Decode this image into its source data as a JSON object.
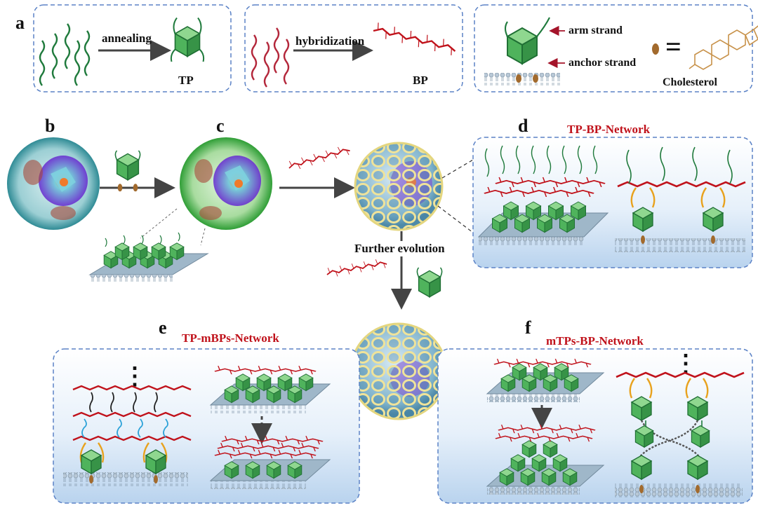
{
  "panel_labels": {
    "a": "a",
    "b": "b",
    "c": "c",
    "d": "d",
    "e": "e",
    "f": "f"
  },
  "panel_a": {
    "step1_arrow": "annealing",
    "step1_product": "TP",
    "step2_arrow": "hybridization",
    "step2_product": "BP",
    "legend_arm": "arm strand",
    "legend_anchor": "anchor strand",
    "legend_equals": "=",
    "legend_cholesterol": "Cholesterol"
  },
  "panel_d": {
    "title": "TP-BP-Network"
  },
  "panel_e": {
    "title": "TP-mBPs-Network",
    "ellipsis": "⋮"
  },
  "panel_f": {
    "title": "mTPs-BP-Network",
    "ellipsis": "⋮"
  },
  "center": {
    "further_evolution": "Further evolution"
  },
  "colors": {
    "dna_green": "#1f7a3c",
    "dna_red": "#b3263a",
    "cube_green": "#5cbf6a",
    "network_red": "#c0121b",
    "panel_border": "#5b82c6",
    "panel_fill_bottom": "#bcd6f0",
    "membrane": "#9fb7c9",
    "cholesterol": "#a26a2d",
    "cell_teal": "#3d9aa3",
    "cell_green": "#3fae45",
    "nucleus": "#7a3fd0",
    "cage": "#efe39a"
  },
  "icons": [
    "dna-strand-icon",
    "tetrahedral-prism-icon",
    "branched-polymer-icon",
    "cholesterol-icon",
    "lipid-membrane-icon",
    "cell-icon",
    "nanocage-icon"
  ]
}
